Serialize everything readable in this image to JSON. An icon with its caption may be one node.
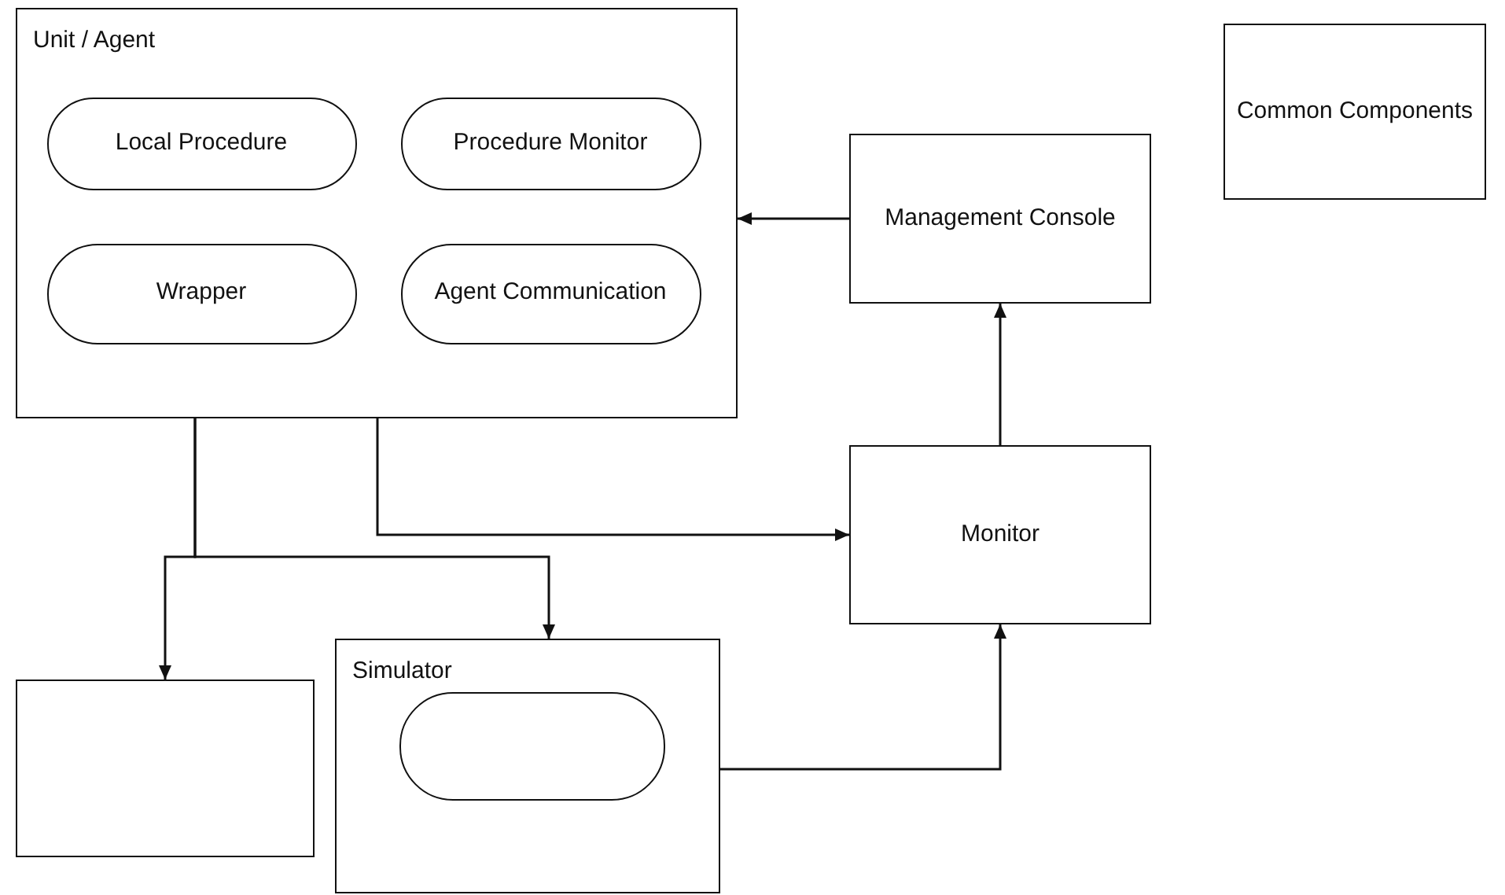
{
  "diagram": {
    "nodes": [
      {
        "text": [
          "Unit / Agent"
        ]
      },
      {
        "text": [
          "Local Procedure"
        ],
        "in": 0
      },
      {
        "text": [
          "Procedure Monitor"
        ],
        "in": 0
      },
      {
        "text": [
          "Wrapper"
        ],
        "in": 0
      },
      {
        "text": [
          "Agent Communication"
        ],
        "in": 0
      },
      {
        "text": [
          "Common Components"
        ]
      },
      {
        "text": [
          "Management Console"
        ]
      },
      {
        "text": [
          "Monitor"
        ]
      },
      {
        "text": [],
        "shape": "box"
      },
      {
        "text": [
          "Simulator"
        ]
      },
      {
        "text": [],
        "shape": "pill",
        "in": 9
      }
    ],
    "edges": [
      {
        "from": 6,
        "to": 0,
        "arrow": "to"
      },
      {
        "from": 7,
        "to": 6,
        "arrow": "to"
      },
      {
        "from": 0,
        "to": 7,
        "arrow": "to"
      },
      {
        "from": 0,
        "to": 8,
        "arrow": "to"
      },
      {
        "from": 0,
        "to": 9,
        "arrow": "to"
      },
      {
        "from": 9,
        "to": 7,
        "arrow": "to"
      }
    ]
  }
}
